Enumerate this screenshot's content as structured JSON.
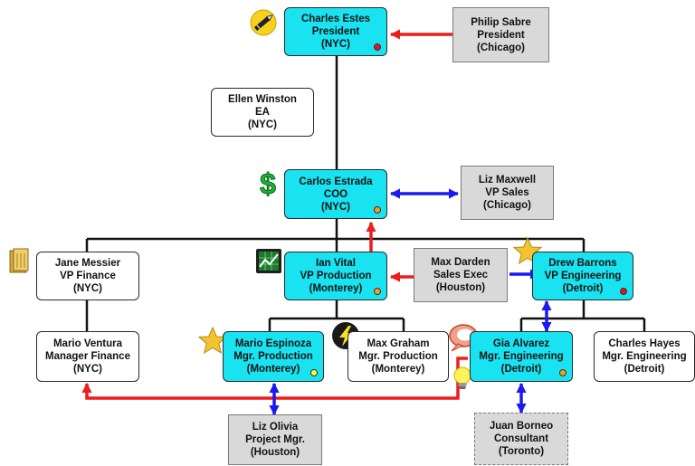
{
  "nodes": {
    "charles_estes": {
      "name": "Charles Estes",
      "title": "President",
      "loc": "(NYC)"
    },
    "philip_sabre": {
      "name": "Philip Sabre",
      "title": "President",
      "loc": "(Chicago)"
    },
    "ellen_winston": {
      "name": "Ellen Winston",
      "title": "EA",
      "loc": "(NYC)"
    },
    "carlos_estrada": {
      "name": "Carlos Estrada",
      "title": "COO",
      "loc": "(NYC)"
    },
    "liz_maxwell": {
      "name": "Liz Maxwell",
      "title": "VP Sales",
      "loc": "(Chicago)"
    },
    "jane_messier": {
      "name": "Jane Messier",
      "title": "VP Finance",
      "loc": "(NYC)"
    },
    "ian_vital": {
      "name": "Ian Vital",
      "title": "VP Production",
      "loc": "(Monterey)"
    },
    "max_darden": {
      "name": "Max Darden",
      "title": "Sales Exec",
      "loc": "(Houston)"
    },
    "drew_barrons": {
      "name": "Drew Barrons",
      "title": "VP Engineering",
      "loc": "(Detroit)"
    },
    "mario_ventura": {
      "name": "Mario Ventura",
      "title": "Manager Finance",
      "loc": "(NYC)"
    },
    "mario_espinoza": {
      "name": "Mario Espinoza",
      "title": "Mgr. Production",
      "loc": "(Monterey)"
    },
    "max_graham": {
      "name": "Max Graham",
      "title": "Mgr. Production",
      "loc": "(Monterey)"
    },
    "gia_alvarez": {
      "name": "Gia Alvarez",
      "title": "Mgr. Engineering",
      "loc": "(Detroit)"
    },
    "charles_hayes": {
      "name": "Charles Hayes",
      "title": "Mgr. Engineering",
      "loc": "(Detroit)"
    },
    "liz_olivia": {
      "name": "Liz Olivia",
      "title": "Project Mgr.",
      "loc": "(Houston)"
    },
    "juan_borneo": {
      "name": "Juan Borneo",
      "title": "Consultant",
      "loc": "(Toronto)"
    }
  },
  "status_colors": {
    "charles_estes": "#e8141c",
    "carlos_estrada": "#ff9a1a",
    "ian_vital": "#ff9a1a",
    "drew_barrons": "#e8141c",
    "mario_espinoza": "#ffff40",
    "gia_alvarez": "#ff9a1a"
  },
  "colors": {
    "cyan_fill": "#19e3f1",
    "gray_fill": "#d9d9d9",
    "red_link": "#ee1c1c",
    "blue_link": "#1a1aee",
    "tree_line": "#111111"
  },
  "icons": {
    "charles_estes": "pen-icon",
    "carlos_estrada": "dollar-icon",
    "jane_messier": "folder-icon",
    "ian_vital": "chart-icon",
    "drew_barrons": "star-icon",
    "mario_espinoza": "star-icon",
    "max_graham": "lightning-icon",
    "gia_alvarez": "speech-bubble-icon",
    "bulb": "lightbulb-icon"
  }
}
